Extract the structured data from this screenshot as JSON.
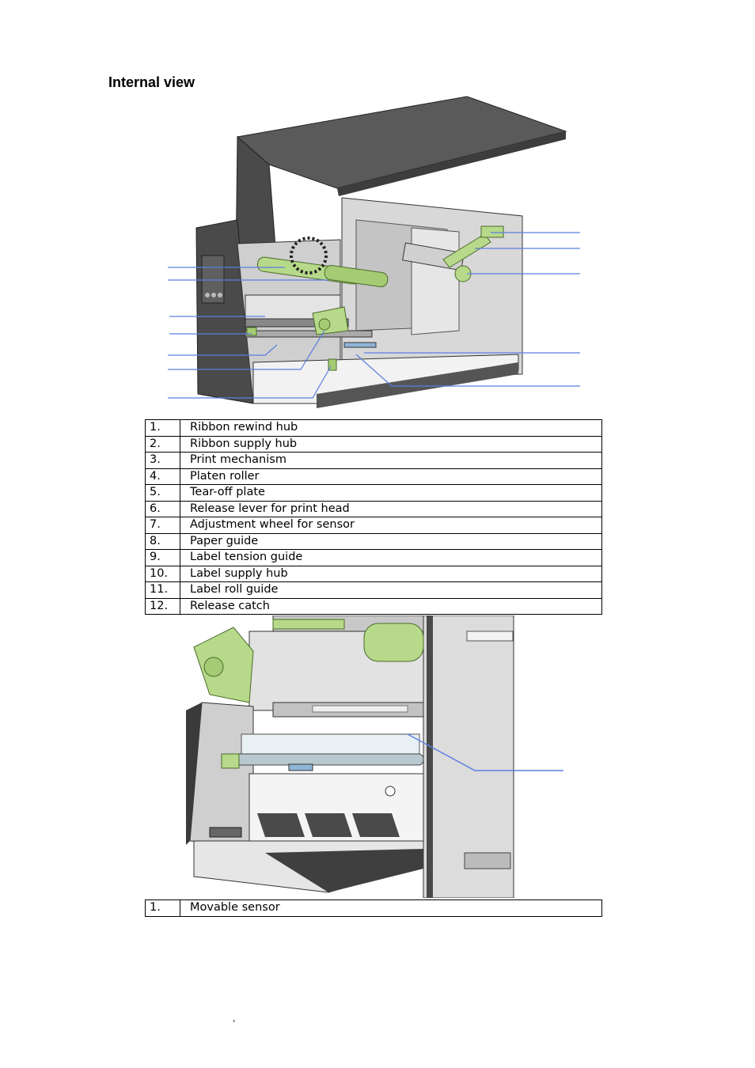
{
  "heading": "Internal view",
  "parts_table": [
    {
      "num": "1.",
      "label": "Ribbon rewind hub"
    },
    {
      "num": "2.",
      "label": "Ribbon supply hub"
    },
    {
      "num": "3.",
      "label": "Print mechanism"
    },
    {
      "num": "4.",
      "label": "Platen roller"
    },
    {
      "num": "5.",
      "label": "Tear-off plate"
    },
    {
      "num": "6.",
      "label": "Release lever for print head"
    },
    {
      "num": "7.",
      "label": "Adjustment wheel for sensor"
    },
    {
      "num": "8.",
      "label": "Paper guide"
    },
    {
      "num": "9.",
      "label": "Label tension guide"
    },
    {
      "num": "10.",
      "label": "Label supply hub"
    },
    {
      "num": "11.",
      "label": "Label roll guide"
    },
    {
      "num": "12.",
      "label": "Release catch"
    }
  ],
  "sensor_table": [
    {
      "num": "1.",
      "label": "Movable sensor"
    }
  ],
  "footer_mark": ",",
  "colors": {
    "accent_green": "#b6d98a",
    "callout_blue": "#5b7fe0",
    "body_dark": "#3a3a3a"
  }
}
